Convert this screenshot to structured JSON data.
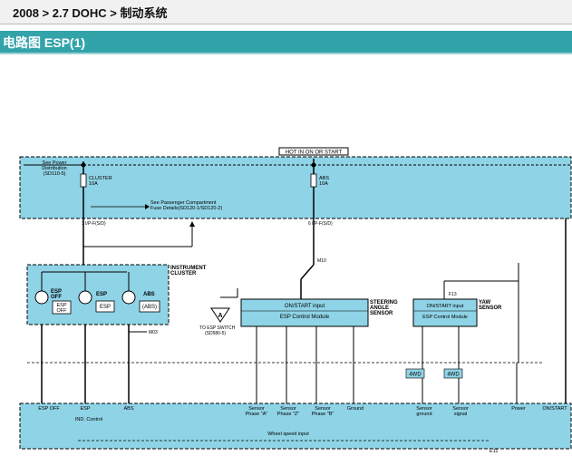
{
  "breadcrumb": "2008 > 2.7 DOHC > 制动系统",
  "section_title": "电路图 ESP(1)",
  "colors": {
    "header_bg": "#33a3aa",
    "fuse_box_fill": "#8fd3e6",
    "module_fill": "#8fd3e6"
  },
  "diagram": {
    "hot_label": "HOT IN ON OR START",
    "power_note": [
      "See Power",
      "Distribution",
      "(SD110-5)"
    ],
    "fuse_cluster": [
      "CLUSTER",
      "10A"
    ],
    "fuse_abs": [
      "ABS",
      "10A"
    ],
    "passenger_note": [
      "See Passenger Compartment",
      "Fuse Details(SD120-1/SD120-2)"
    ],
    "instrument_cluster": [
      "INSTRUMENT",
      "CLUSTER"
    ],
    "esp_off": [
      "ESP",
      "OFF"
    ],
    "esp_off_box": [
      "ESP",
      "OFF"
    ],
    "esp": "ESP",
    "esp_box": "ESP",
    "abs": "ABS",
    "abs_box": "(ABS)",
    "to_esp_switch": [
      "TO ESP SWITCH",
      "(SD580-5)"
    ],
    "steering_sensor": [
      "STEERING",
      "ANGLE",
      "SENSOR"
    ],
    "yaw_sensor": [
      "YAW",
      "SENSOR"
    ],
    "on_start_input": "ON/START input",
    "esp_control_module": "ESP Control Module",
    "badge_4wd": "4WD",
    "bottom_pins": [
      "ESP OFF",
      "ESP",
      "ABS",
      "Sensor\nPhase \"A\"",
      "Sensor\nPhase \"Z\"",
      "Sensor\nPhase \"B\"",
      "Ground",
      "Sensor\nground",
      "Sensor\nsignal",
      "Power",
      "ON/START"
    ],
    "ind_control": "IND. Control",
    "wheel_speed_input": "Wheel speed input",
    "conn_m03": "M03",
    "conn_m10": "M10",
    "conn_e11": "E11",
    "conn_f13": "F13"
  }
}
